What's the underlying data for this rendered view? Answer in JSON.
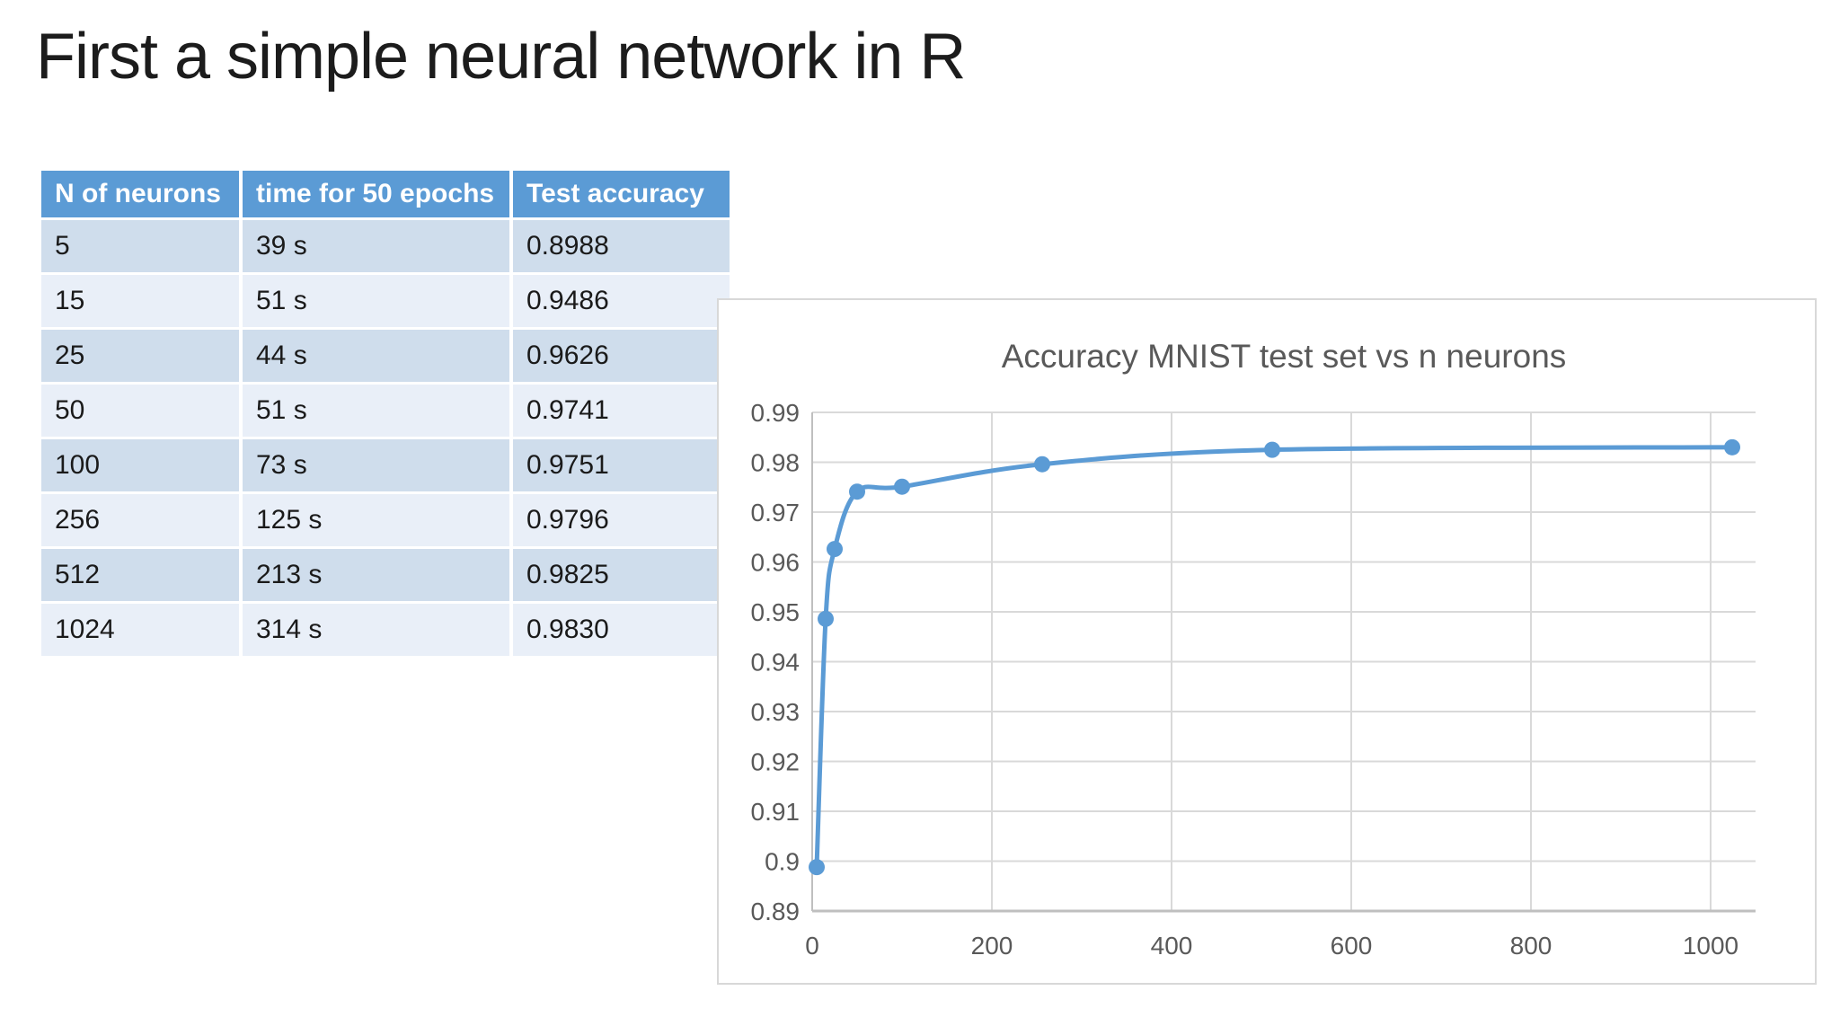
{
  "slide": {
    "title": "First a simple neural network in R"
  },
  "table": {
    "headers": [
      "N of neurons",
      "time for 50 epochs",
      "Test accuracy"
    ],
    "rows": [
      [
        "5",
        "39 s",
        "0.8988"
      ],
      [
        "15",
        "51 s",
        "0.9486"
      ],
      [
        "25",
        "44 s",
        "0.9626"
      ],
      [
        "50",
        "51 s",
        "0.9741"
      ],
      [
        "100",
        "73 s",
        "0.9751"
      ],
      [
        "256",
        "125 s",
        "0.9796"
      ],
      [
        "512",
        "213 s",
        "0.9825"
      ],
      [
        "1024",
        "314 s",
        "0.9830"
      ]
    ],
    "header_bg": "#5b9bd5",
    "header_text_color": "#ffffff",
    "row_band_dark": "#cfddec",
    "row_band_light": "#e9eff8"
  },
  "chart_data": {
    "type": "line",
    "title": "Accuracy MNIST test set vs n neurons",
    "x": [
      5,
      15,
      25,
      50,
      100,
      256,
      512,
      1024
    ],
    "y": [
      0.8988,
      0.9486,
      0.9626,
      0.9741,
      0.9751,
      0.9796,
      0.9825,
      0.983
    ],
    "series_name": "Test accuracy",
    "xlabel": "",
    "ylabel": "",
    "xlim": [
      0,
      1050
    ],
    "ylim": [
      0.89,
      0.99
    ],
    "x_ticks": [
      0,
      200,
      400,
      600,
      800,
      1000
    ],
    "y_ticks": [
      0.89,
      0.9,
      0.91,
      0.92,
      0.93,
      0.94,
      0.95,
      0.96,
      0.97,
      0.98,
      0.99
    ],
    "grid": true,
    "legend_position": "none",
    "line_color": "#5b9bd5",
    "marker_color": "#5b9bd5",
    "gridline_color": "#d9d9d9",
    "axis_color": "#bfbfbf",
    "label_color": "#595959",
    "title_color": "#595959"
  }
}
